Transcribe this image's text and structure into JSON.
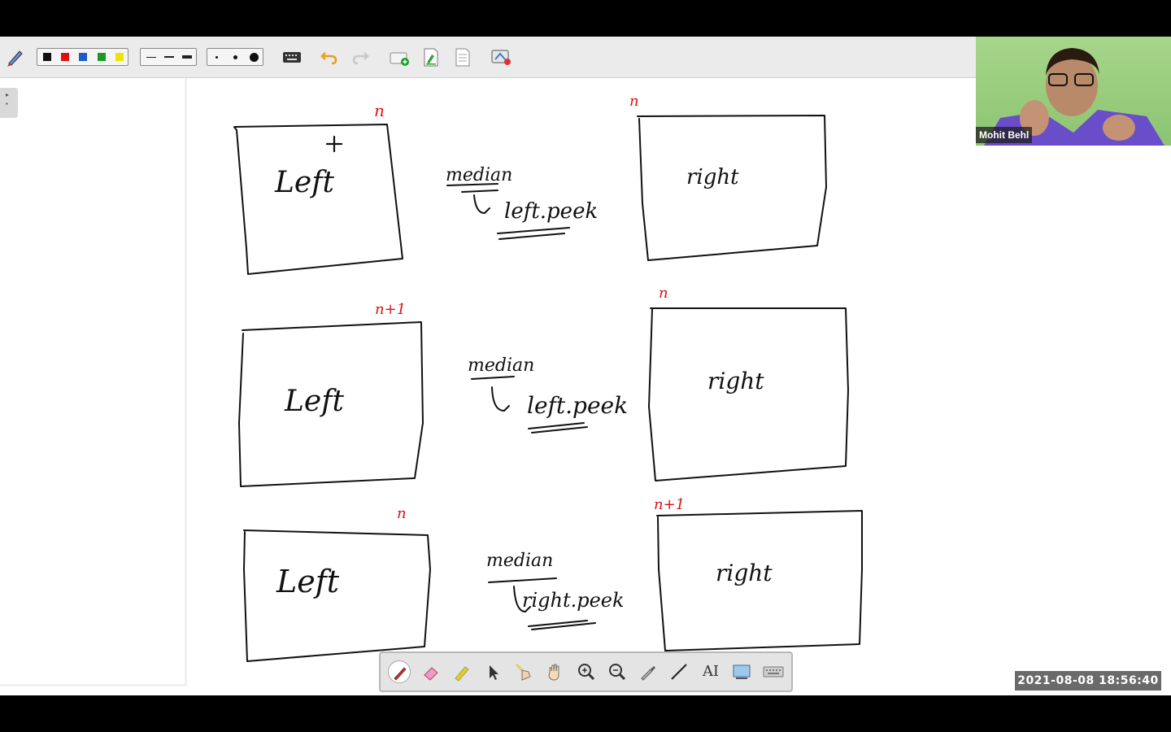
{
  "toolbar": {
    "colors": [
      "#111111",
      "#e01010",
      "#1a5cc8",
      "#1d9a1d",
      "#f2e200"
    ],
    "icons": [
      "pen-settings-icon",
      "keyboard-icon",
      "undo-icon",
      "redo-icon",
      "add-page-icon",
      "new-document-icon",
      "page-icon",
      "screenshot-icon"
    ]
  },
  "video": {
    "participant_name": "Mohit Behl"
  },
  "whiteboard": {
    "rows": [
      {
        "left_label": "Left",
        "left_size": "n",
        "median_label": "median",
        "median_result": "left.peek",
        "right_label": "right",
        "right_size": "n"
      },
      {
        "left_label": "Left",
        "left_size": "n+1",
        "median_label": "median",
        "median_result": "left.peek",
        "right_label": "right",
        "right_size": "n"
      },
      {
        "left_label": "Left",
        "left_size": "n",
        "median_label": "median",
        "median_result": "right.peek",
        "right_label": "right",
        "right_size": "n+1"
      }
    ]
  },
  "bottom_toolbar": {
    "tools": [
      "pen-icon",
      "eraser-icon",
      "highlighter-icon",
      "select-arrow-icon",
      "laser-pointer-icon",
      "pan-hand-icon",
      "zoom-in-icon",
      "zoom-out-icon",
      "eyedropper-icon",
      "line-icon",
      "text-tool-icon",
      "screen-capture-icon",
      "keyboard-icon"
    ],
    "text_tool_label": "AI"
  },
  "timestamp": "2021-08-08  18:56:40",
  "accent": "#e01010"
}
